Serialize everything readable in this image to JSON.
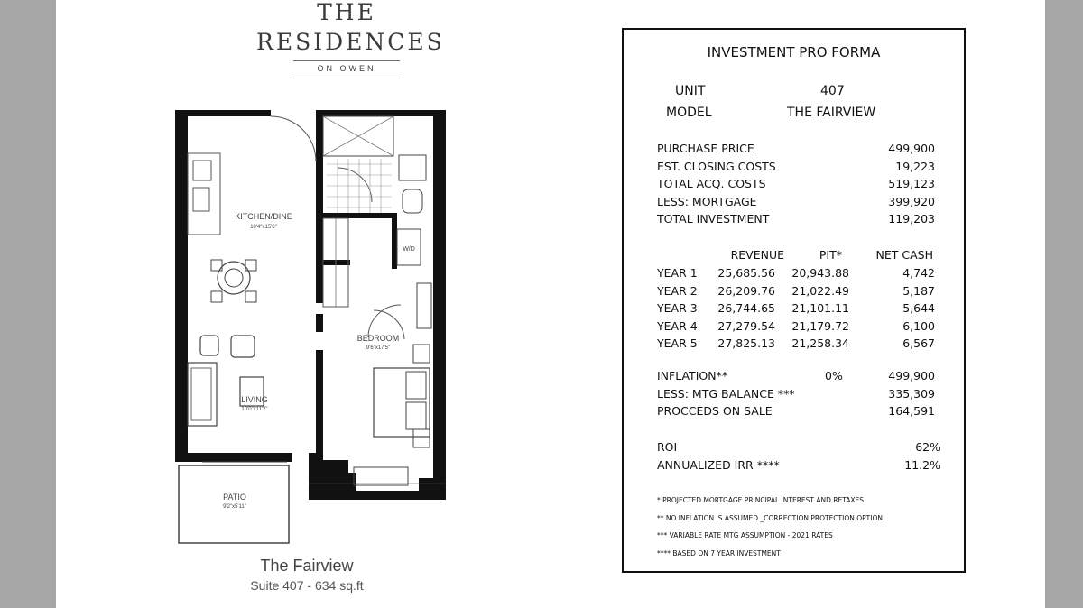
{
  "brand": {
    "line1": "THE",
    "line2": "RESIDENCES",
    "sub": "ON OWEN"
  },
  "floorplan": {
    "rooms": {
      "kitchen": "KITCHEN/DINE",
      "kitchen_dim": "10'4\"x15'6\"",
      "bedroom": "BEDROOM",
      "bedroom_dim": "9'6\"x17'5\"",
      "living": "LIVING",
      "living_dim": "10'0\"x11'2\"",
      "patio": "PATIO",
      "patio_dim": "9'2\"x5'11\"",
      "wd": "W/D"
    },
    "name": "The Fairview",
    "suite": "Suite 407 - 634 sq.ft"
  },
  "proforma": {
    "title": "INVESTMENT PRO FORMA",
    "unit_label": "UNIT",
    "unit_value": "407",
    "model_label": "MODEL",
    "model_value": "THE FAIRVIEW",
    "costs": [
      {
        "label": "PURCHASE PRICE",
        "value": "499,900"
      },
      {
        "label": "EST. CLOSING COSTS",
        "value": "19,223"
      },
      {
        "label": "TOTAL ACQ. COSTS",
        "value": "519,123"
      },
      {
        "label": "LESS: MORTGAGE",
        "value": "399,920"
      },
      {
        "label": "TOTAL INVESTMENT",
        "value": "119,203"
      }
    ],
    "columns": [
      "REVENUE",
      "PIT*",
      "NET CASH"
    ],
    "years": [
      {
        "label": "YEAR 1",
        "revenue": "25,685.56",
        "pit": "20,943.88",
        "net": "4,742"
      },
      {
        "label": "YEAR 2",
        "revenue": "26,209.76",
        "pit": "21,022.49",
        "net": "5,187"
      },
      {
        "label": "YEAR 3",
        "revenue": "26,744.65",
        "pit": "21,101.11",
        "net": "5,644"
      },
      {
        "label": "YEAR 4",
        "revenue": "27,279.54",
        "pit": "21,179.72",
        "net": "6,100"
      },
      {
        "label": "YEAR 5",
        "revenue": "27,825.13",
        "pit": "21,258.34",
        "net": "6,567"
      }
    ],
    "sale": [
      {
        "label": "INFLATION**",
        "mid": "0%",
        "value": "499,900"
      },
      {
        "label": "LESS: MTG BALANCE ***",
        "mid": "",
        "value": "335,309"
      },
      {
        "label": "PROCCEDS ON SALE",
        "mid": "",
        "value": "164,591"
      }
    ],
    "returns": [
      {
        "label": "ROI",
        "value": "62%"
      },
      {
        "label": "ANNUALIZED IRR ****",
        "value": "11.2%"
      }
    ],
    "notes": [
      "* PROJECTED MORTGAGE PRINCIPAL INTEREST AND RETAXES",
      "** NO INFLATION IS ASSUMED _CORRECTION PROTECTION OPTION",
      "*** VARIABLE RATE MTG ASSUMPTION - 2021 RATES",
      "**** BASED ON 7 YEAR INVESTMENT"
    ]
  }
}
